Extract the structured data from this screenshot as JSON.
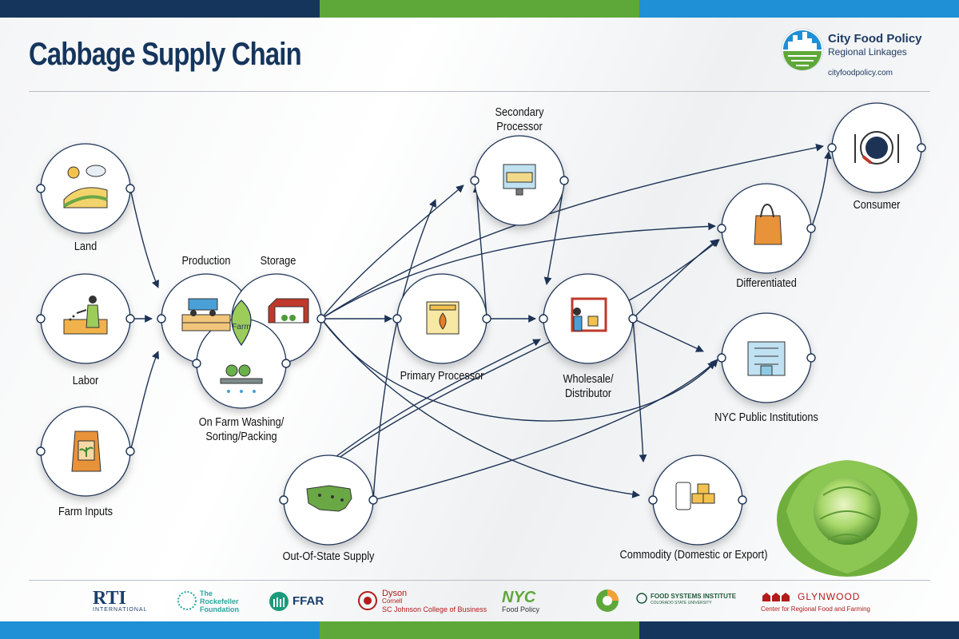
{
  "title": "Cabbage Supply Chain",
  "logo": {
    "line1": "City Food Policy",
    "line2": "Regional Linkages",
    "url": "cityfoodpolicy.com"
  },
  "colors": {
    "navy": "#15355c",
    "green": "#5ea83a",
    "blue": "#1f8fd6",
    "arrow": "#1d3355"
  },
  "nodes": {
    "land": "Land",
    "labor": "Labor",
    "farm_inputs": "Farm Inputs",
    "production": "Production",
    "storage": "Storage",
    "farm_badge": "Farm",
    "washing_line1": "On Farm Washing/",
    "washing_line2": "Sorting/Packing",
    "out_of_state": "Out-Of-State Supply",
    "primary_processor": "Primary Processor",
    "secondary_line1": "Secondary",
    "secondary_line2": "Processor",
    "wholesale_line1": "Wholesale/",
    "wholesale_line2": "Distributor",
    "commodity": "Commodity  (Domestic or Export)",
    "differentiated": "Differentiated",
    "nyc_institutions": "NYC Public Institutions",
    "consumer": "Consumer"
  },
  "footer": {
    "rti": "RTI",
    "rti_sub": "INTERNATIONAL",
    "rockefeller_1": "The",
    "rockefeller_2": "Rockefeller",
    "rockefeller_3": "Foundation",
    "ffar": "FFAR",
    "dyson_1": "Dyson",
    "dyson_2": "Cornell",
    "dyson_3": "SC Johnson College of Business",
    "nyc": "NYC",
    "nyc_sub": "Food Policy",
    "fsi_1": "FOOD SYSTEMS INSTITUTE",
    "fsi_2": "COLORADO STATE UNIVERSITY",
    "glynwood": "GLYNWOOD",
    "glynwood_sub": "Center for Regional Food and Farming"
  },
  "icons": [
    "land-icon",
    "labor-icon",
    "farm-inputs-icon",
    "production-icon",
    "storage-icon",
    "washing-icon",
    "usa-map-icon",
    "processor-icon",
    "secondary-processor-icon",
    "wholesale-icon",
    "commodity-icon",
    "shopping-bag-icon",
    "institution-icon",
    "plate-icon",
    "cabbage-icon"
  ]
}
